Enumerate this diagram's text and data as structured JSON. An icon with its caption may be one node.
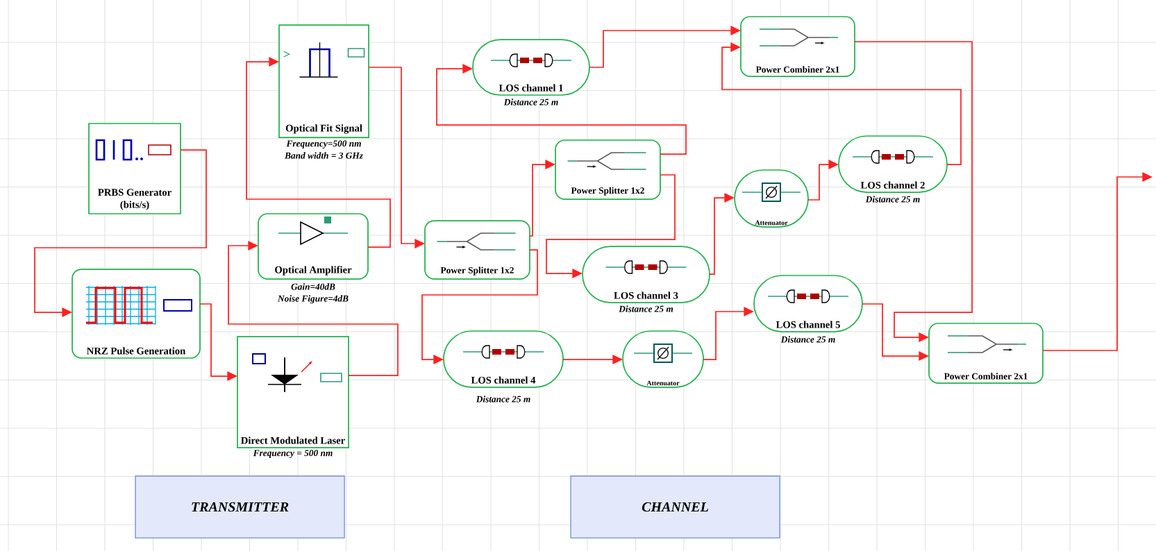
{
  "diagram": {
    "nodes": [
      {
        "text": [
          "PRBS Generator (bits/s)"
        ]
      },
      {
        "text": [
          "NRZ Pulse Generation"
        ]
      },
      {
        "text": [
          "Optical Fit Signal"
        ],
        "beside": [
          "Frequency=500 nm",
          "Band width = 3 GHz"
        ]
      },
      {
        "text": [
          "Optical Amplifier"
        ],
        "beside": [
          "Gain=40dB",
          "Noise Figure=4dB"
        ]
      },
      {
        "text": [
          "Direct Modulated Laser"
        ],
        "beside": [
          "Frequency = 500 nm"
        ]
      },
      {
        "text": [
          "Power Splitter 1x2"
        ]
      },
      {
        "text": [
          "LOS channel 1"
        ],
        "beside": [
          "Distance 25 m"
        ]
      },
      {
        "text": [
          "Power Splitter 1x2"
        ]
      },
      {
        "text": [
          "LOS channel 3"
        ],
        "beside": [
          "Distance 25 m"
        ]
      },
      {
        "text": [
          "Attenuator"
        ]
      },
      {
        "text": [
          "LOS channel 4"
        ],
        "beside": [
          "Distance 25 m"
        ]
      },
      {
        "text": [
          "Attenuator"
        ]
      },
      {
        "text": [
          "Power Combiner 2x1"
        ]
      },
      {
        "text": [
          "LOS channel 2"
        ],
        "beside": [
          "Distance 25 m"
        ]
      },
      {
        "text": [
          "LOS channel 5"
        ],
        "beside": [
          "Distance 25 m"
        ]
      },
      {
        "text": [
          "Power Combiner 2x1"
        ]
      },
      {
        "text": [
          "TRANSMITTER"
        ]
      },
      {
        "text": [
          "CHANNEL"
        ]
      }
    ],
    "edges": [
      {
        "from": 0,
        "to": 1,
        "arrow": "to"
      },
      {
        "from": 1,
        "to": 4,
        "arrow": "to"
      },
      {
        "from": 4,
        "to": 3,
        "arrow": "to"
      },
      {
        "from": 3,
        "to": 2,
        "arrow": "to"
      },
      {
        "from": 2,
        "to": 5,
        "arrow": "to"
      },
      {
        "from": 5,
        "to": 7,
        "arrow": "to"
      },
      {
        "from": 5,
        "to": 10,
        "arrow": "to"
      },
      {
        "from": 7,
        "to": 6,
        "arrow": "to"
      },
      {
        "from": 7,
        "to": 8,
        "arrow": "to"
      },
      {
        "from": 6,
        "to": 12,
        "arrow": "to"
      },
      {
        "from": 8,
        "to": 9,
        "arrow": "to"
      },
      {
        "from": 9,
        "to": 13,
        "arrow": "to"
      },
      {
        "from": 13,
        "to": 12,
        "arrow": "to"
      },
      {
        "from": 10,
        "to": 11,
        "arrow": "to"
      },
      {
        "from": 11,
        "to": 14,
        "arrow": "to"
      },
      {
        "from": 12,
        "to": 15,
        "arrow": "to"
      },
      {
        "from": 14,
        "to": 15,
        "arrow": "to"
      },
      {
        "from": 15,
        "to": null,
        "arrow": "to"
      }
    ]
  }
}
